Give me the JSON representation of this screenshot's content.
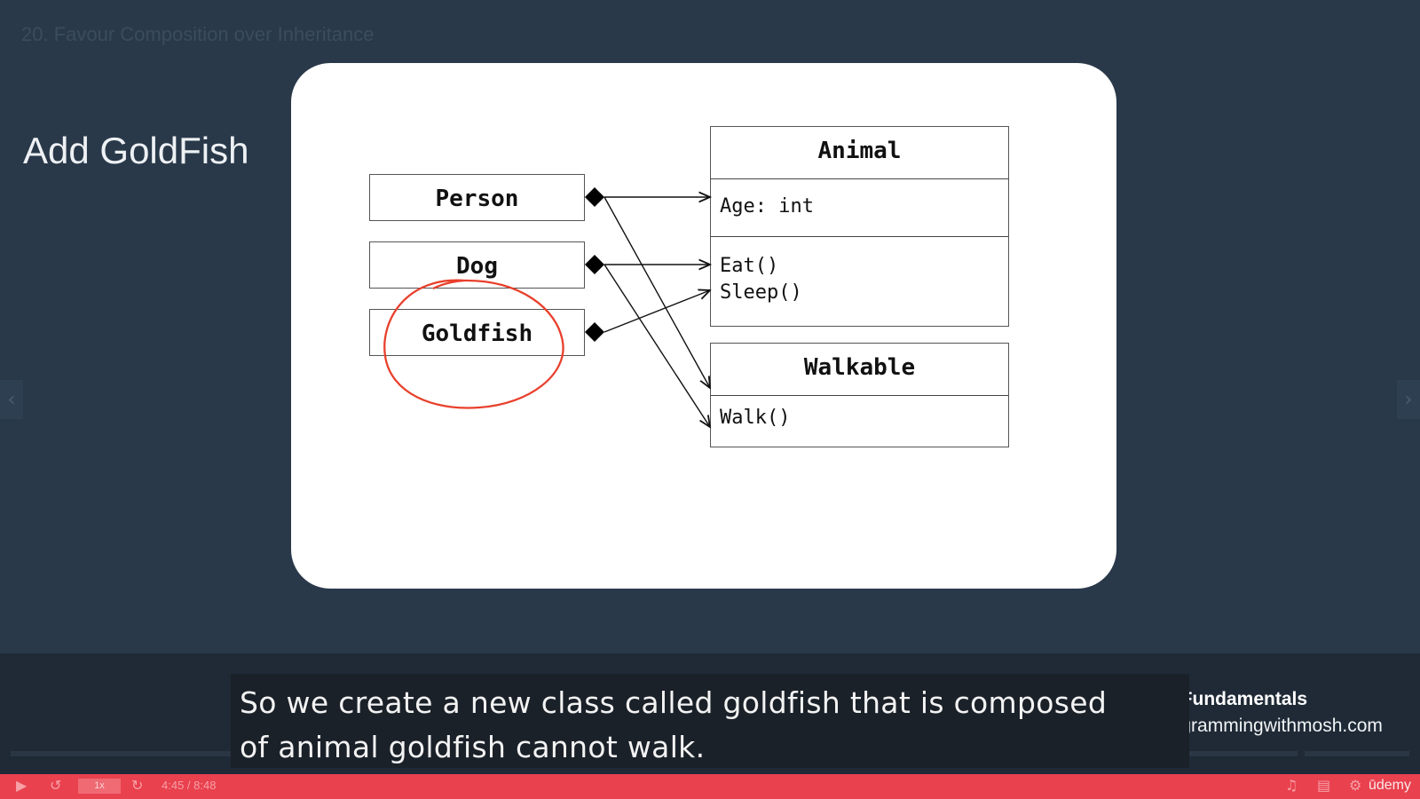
{
  "lecture_title": "20. Favour Composition over Inheritance",
  "slide_heading": "Add GoldFish",
  "diagram": {
    "left_classes": [
      "Person",
      "Dog",
      "Goldfish"
    ],
    "animal": {
      "name": "Animal",
      "attribute": "Age: int",
      "method_eat": "Eat()",
      "method_sleep": "Sleep()"
    },
    "walkable": {
      "name": "Walkable",
      "method_walk": "Walk()"
    },
    "highlight_color": "#e8402c"
  },
  "caption": {
    "line1": "So we create a new class called goldfish that is composed",
    "line2": "of animal goldfish cannot walk."
  },
  "branding": {
    "course": "C# Fundamentals",
    "site": "programmingwithmosh.com",
    "logo": "ūdemy"
  },
  "player": {
    "time": "4:45 / 8:48",
    "speed": "1x",
    "accent_color": "#e9414e"
  },
  "icons": [
    "chevron-left-icon",
    "chevron-right-icon",
    "play-icon",
    "rewind-icon",
    "forward-icon",
    "volume-icon",
    "captions-icon",
    "settings-icon",
    "fullscreen-icon"
  ]
}
